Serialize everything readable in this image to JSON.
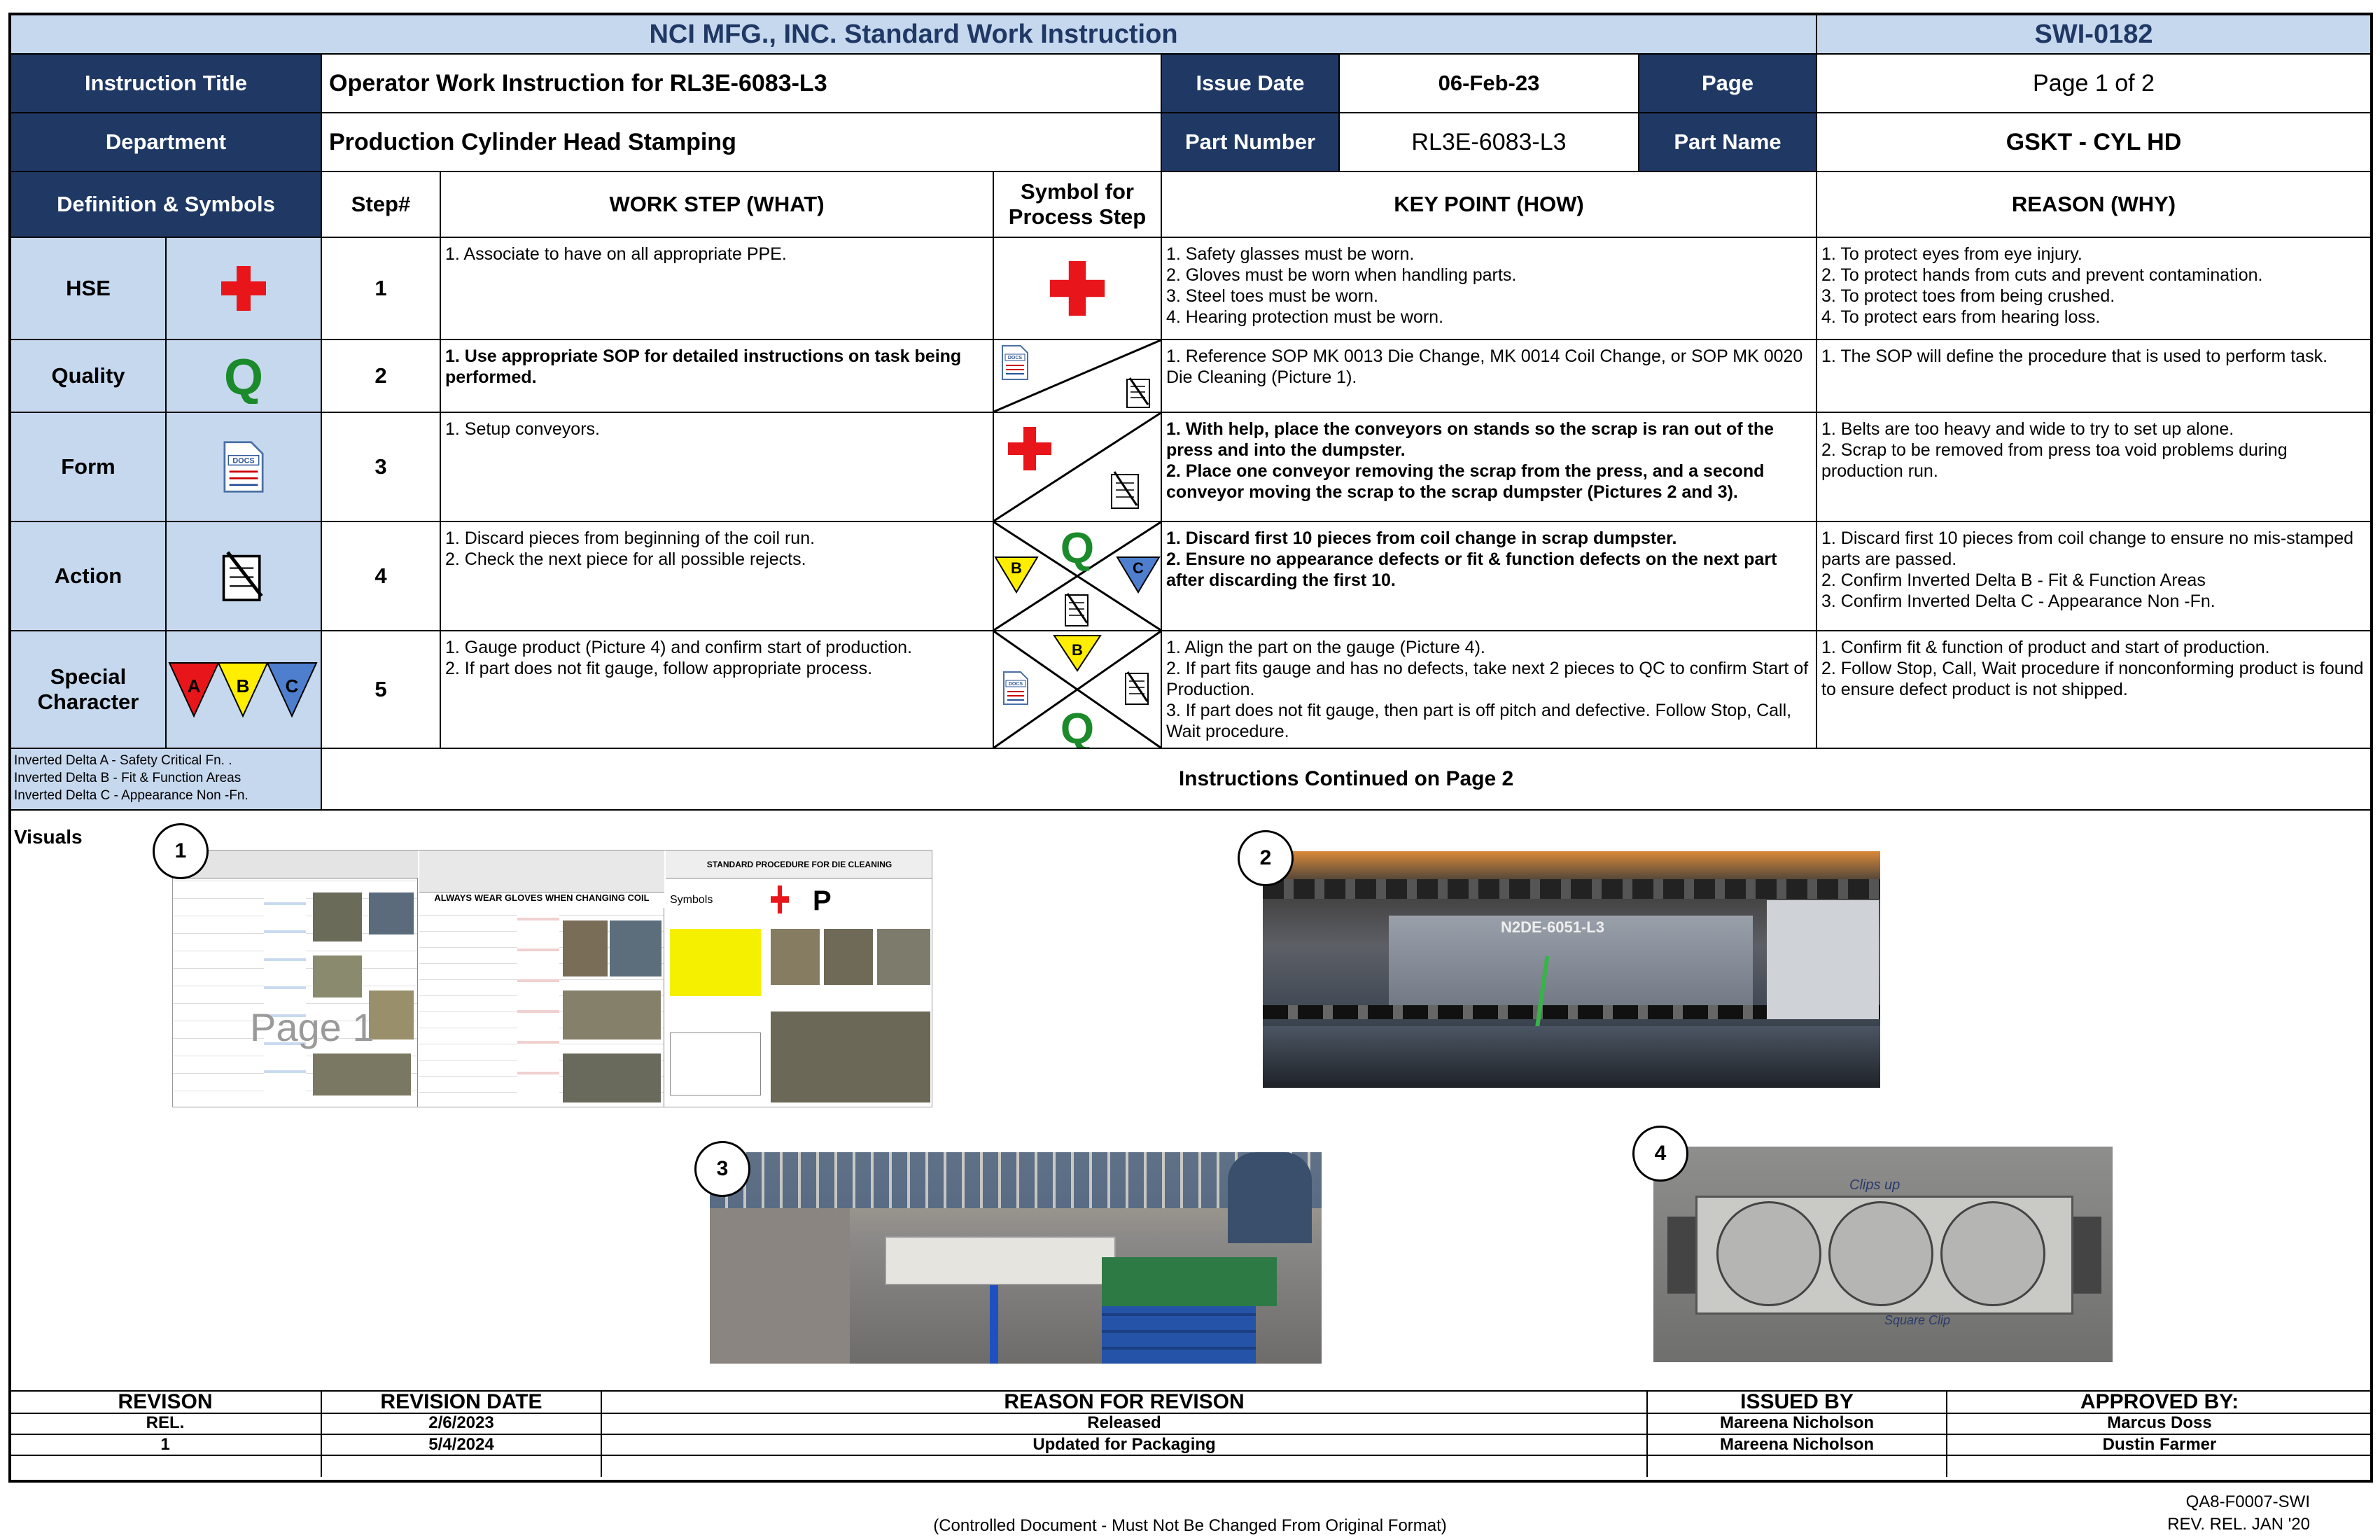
{
  "header": {
    "company_title": "NCI MFG., INC. Standard Work Instruction",
    "doc_number": "SWI-0182",
    "instruction_title_label": "Instruction Title",
    "instruction_title": "Operator Work Instruction for RL3E-6083-L3",
    "issue_date_label": "Issue Date",
    "issue_date": "06-Feb-23",
    "page_label": "Page",
    "page_value": "Page 1 of 2",
    "department_label": "Department",
    "department": "Production Cylinder Head Stamping",
    "part_number_label": "Part Number",
    "part_number": "RL3E-6083-L3",
    "part_name_label": "Part Name",
    "part_name": "GSKT - CYL HD"
  },
  "table_headers": {
    "definitions": "Definition & Symbols",
    "step": "Step#",
    "work_step": "WORK STEP (WHAT)",
    "symbol": "Symbol for\nProcess Step",
    "key_point": "KEY POINT (HOW)",
    "reason": "REASON (WHY)"
  },
  "symbols": [
    {
      "label": "HSE",
      "icon": "red-cross-icon"
    },
    {
      "label": "Quality",
      "icon": "q-letter-icon"
    },
    {
      "label": "Form",
      "icon": "document-icon"
    },
    {
      "label": "Action",
      "icon": "checklist-pen-icon"
    },
    {
      "label": "Special\nCharacter",
      "icon": "delta-triangles-icon",
      "deltas": [
        "A",
        "B",
        "C"
      ]
    }
  ],
  "steps": [
    {
      "number": "1",
      "what": "1. Associate to have on all appropriate PPE.",
      "how": "1. Safety glasses must be worn.\n2. Gloves must be worn when handling parts.\n3. Steel toes must be worn.\n4. Hearing protection must be worn.",
      "why": "1. To protect eyes from eye injury.\n2. To protect hands from cuts and prevent contamination.\n3. To protect toes from being crushed.\n4. To protect ears from hearing loss."
    },
    {
      "number": "2",
      "what": "1. Use appropriate SOP for detailed instructions on task being performed.",
      "how": "1. Reference SOP MK 0013 Die Change, MK 0014 Coil Change, or SOP MK 0020 Die Cleaning  (Picture 1).",
      "why": "1. The SOP will define the procedure that is used to perform task."
    },
    {
      "number": "3",
      "what": "1. Setup conveyors.",
      "how": "1. With help, place the conveyors on stands so the scrap is ran out of the press and into the dumpster.\n2. Place one conveyor removing the scrap from the press, and a second conveyor moving the scrap to the scrap dumpster (Pictures 2 and 3).",
      "why": "1. Belts are too heavy and wide to try to set up alone.\n2. Scrap to be removed from press toa void problems during production run."
    },
    {
      "number": "4",
      "what": "1. Discard pieces from beginning of the coil run.\n2. Check the next piece for all possible rejects.",
      "how": "1. Discard first 10 pieces from coil change in scrap dumpster.\n2. Ensure no appearance defects or fit & function defects on the next part after discarding the first 10.",
      "why": "1. Discard first 10 pieces from coil change to ensure no mis-stamped parts are passed.\n2. Confirm Inverted Delta B - Fit & Function Areas\n3. Confirm Inverted Delta C  - Appearance Non -Fn."
    },
    {
      "number": "5",
      "what": "1. Gauge product (Picture 4) and confirm start of production.\n2. If part does not fit gauge, follow appropriate process.",
      "how": "1. Align the part on the gauge (Picture 4).\n2. If part fits gauge and has no defects, take next 2 pieces to QC to confirm Start of Production.\n3. If part does not fit gauge, then part is off pitch and defective. Follow Stop, Call, Wait procedure.",
      "why": "1. Confirm fit & function of product and start of production.\n2. Follow Stop, Call, Wait procedure if nonconforming product is found to ensure defect product is not shipped."
    }
  ],
  "delta_legend": "Inverted Delta A - Safety Critical Fn. .\nInverted Delta B - Fit & Function Areas\nInverted Delta C  - Appearance Non -Fn.",
  "continued": "Instructions Continued on Page 2",
  "visuals": {
    "label": "Visuals",
    "pictures": [
      "1",
      "2",
      "3",
      "4"
    ],
    "pic1_watermark": "Page 1",
    "pic1_banner": "ALWAYS WEAR GLOVES WHEN CHANGING COIL",
    "pic1_doc_title": "STANDARD PROCEDURE FOR DIE CLEANING",
    "pic1_symbols": "Symbols",
    "pic2_label": "N2DE-6051-L3",
    "pic4_text1": "Clips up",
    "pic4_text2": "Square Clip"
  },
  "revisions": {
    "headers": [
      "REVISON",
      "REVISION DATE",
      "REASON FOR REVISON",
      "ISSUED BY",
      "APPROVED BY:"
    ],
    "rows": [
      [
        "REL.",
        "2/6/2023",
        "Released",
        "Mareena Nicholson",
        "Marcus Doss"
      ],
      [
        "1",
        "5/4/2024",
        "Updated for Packaging",
        "Mareena Nicholson",
        "Dustin Farmer"
      ],
      [
        "",
        "",
        "",
        "",
        ""
      ]
    ]
  },
  "footer": {
    "controlled": "(Controlled Document - Must Not Be Changed From Original Format)",
    "form_number": "QA8-F0007-SWI",
    "rev_release": "REV. REL. JAN '20"
  },
  "colors": {
    "navy": "#1f3864",
    "light_blue": "#c6d8ee",
    "red": "#e8161b",
    "green": "#1a8a2a",
    "yellow": "#ffee00",
    "blue_delta": "#4e7fcf"
  }
}
